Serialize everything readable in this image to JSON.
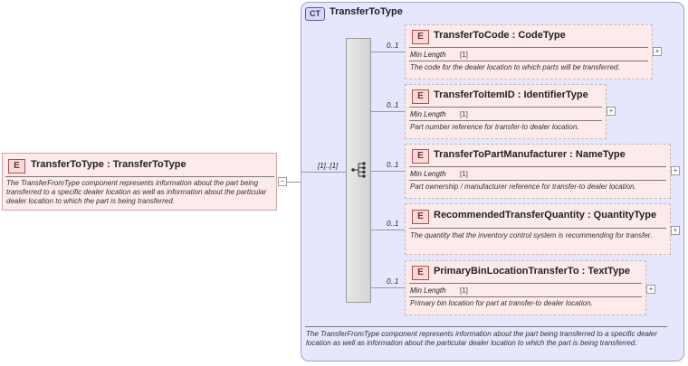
{
  "root_element": {
    "badge": "E",
    "name": "TransferToType",
    "type": "TransferToType",
    "description": "The TransferFromType component represents information about the part being transferred to a specific dealer location as well as information about the particular dealer location to which the part is being transferred.",
    "collapse_symbol": "−"
  },
  "connector": {
    "multiplicity": "[1]..[1]"
  },
  "complex_type": {
    "badge": "CT",
    "name": "TransferToType",
    "description": "The TransferFromType component represents information about the part being transferred to a specific dealer location as well as information about the particular dealer location to which the part is being transferred."
  },
  "children": [
    {
      "badge": "E",
      "name": "TransferToCode",
      "type": "CodeType",
      "multiplicity": "0..1",
      "facet_label": "Min Length",
      "facet_value": "[1]",
      "description": "The code for the dealer location to which parts will be transferred.",
      "expand_symbol": "+"
    },
    {
      "badge": "E",
      "name": "TransferToItemID",
      "type": "IdentifierType",
      "multiplicity": "0..1",
      "facet_label": "Min Length",
      "facet_value": "[1]",
      "description": "Part number reference for transfer-to dealer location.",
      "expand_symbol": "+"
    },
    {
      "badge": "E",
      "name": "TransferToPartManufacturer",
      "type": "NameType",
      "multiplicity": "0..1",
      "facet_label": "Min Length",
      "facet_value": "[1]",
      "description": "Part ownership / manufacturer reference for transfer-to dealer location.",
      "expand_symbol": "+"
    },
    {
      "badge": "E",
      "name": "RecommendedTransferQuantity",
      "type": "QuantityType",
      "multiplicity": "0..1",
      "description": "The quantity that the inventory control system is recommending for transfer.",
      "expand_symbol": "+"
    },
    {
      "badge": "E",
      "name": "PrimaryBinLocationTransferTo",
      "type": "TextType",
      "multiplicity": "0..1",
      "facet_label": "Min Length",
      "facet_value": "[1]",
      "description": "Primary bin location for part at transfer-to dealer location.",
      "expand_symbol": "+"
    }
  ],
  "colors": {
    "element_fill": "#fdeaea",
    "element_border": "#b84d4d",
    "complex_type_fill": "#e6e6fd",
    "complex_type_border": "#a0a0c8"
  },
  "icons": {
    "sequence": "sequence-compositor-icon"
  }
}
